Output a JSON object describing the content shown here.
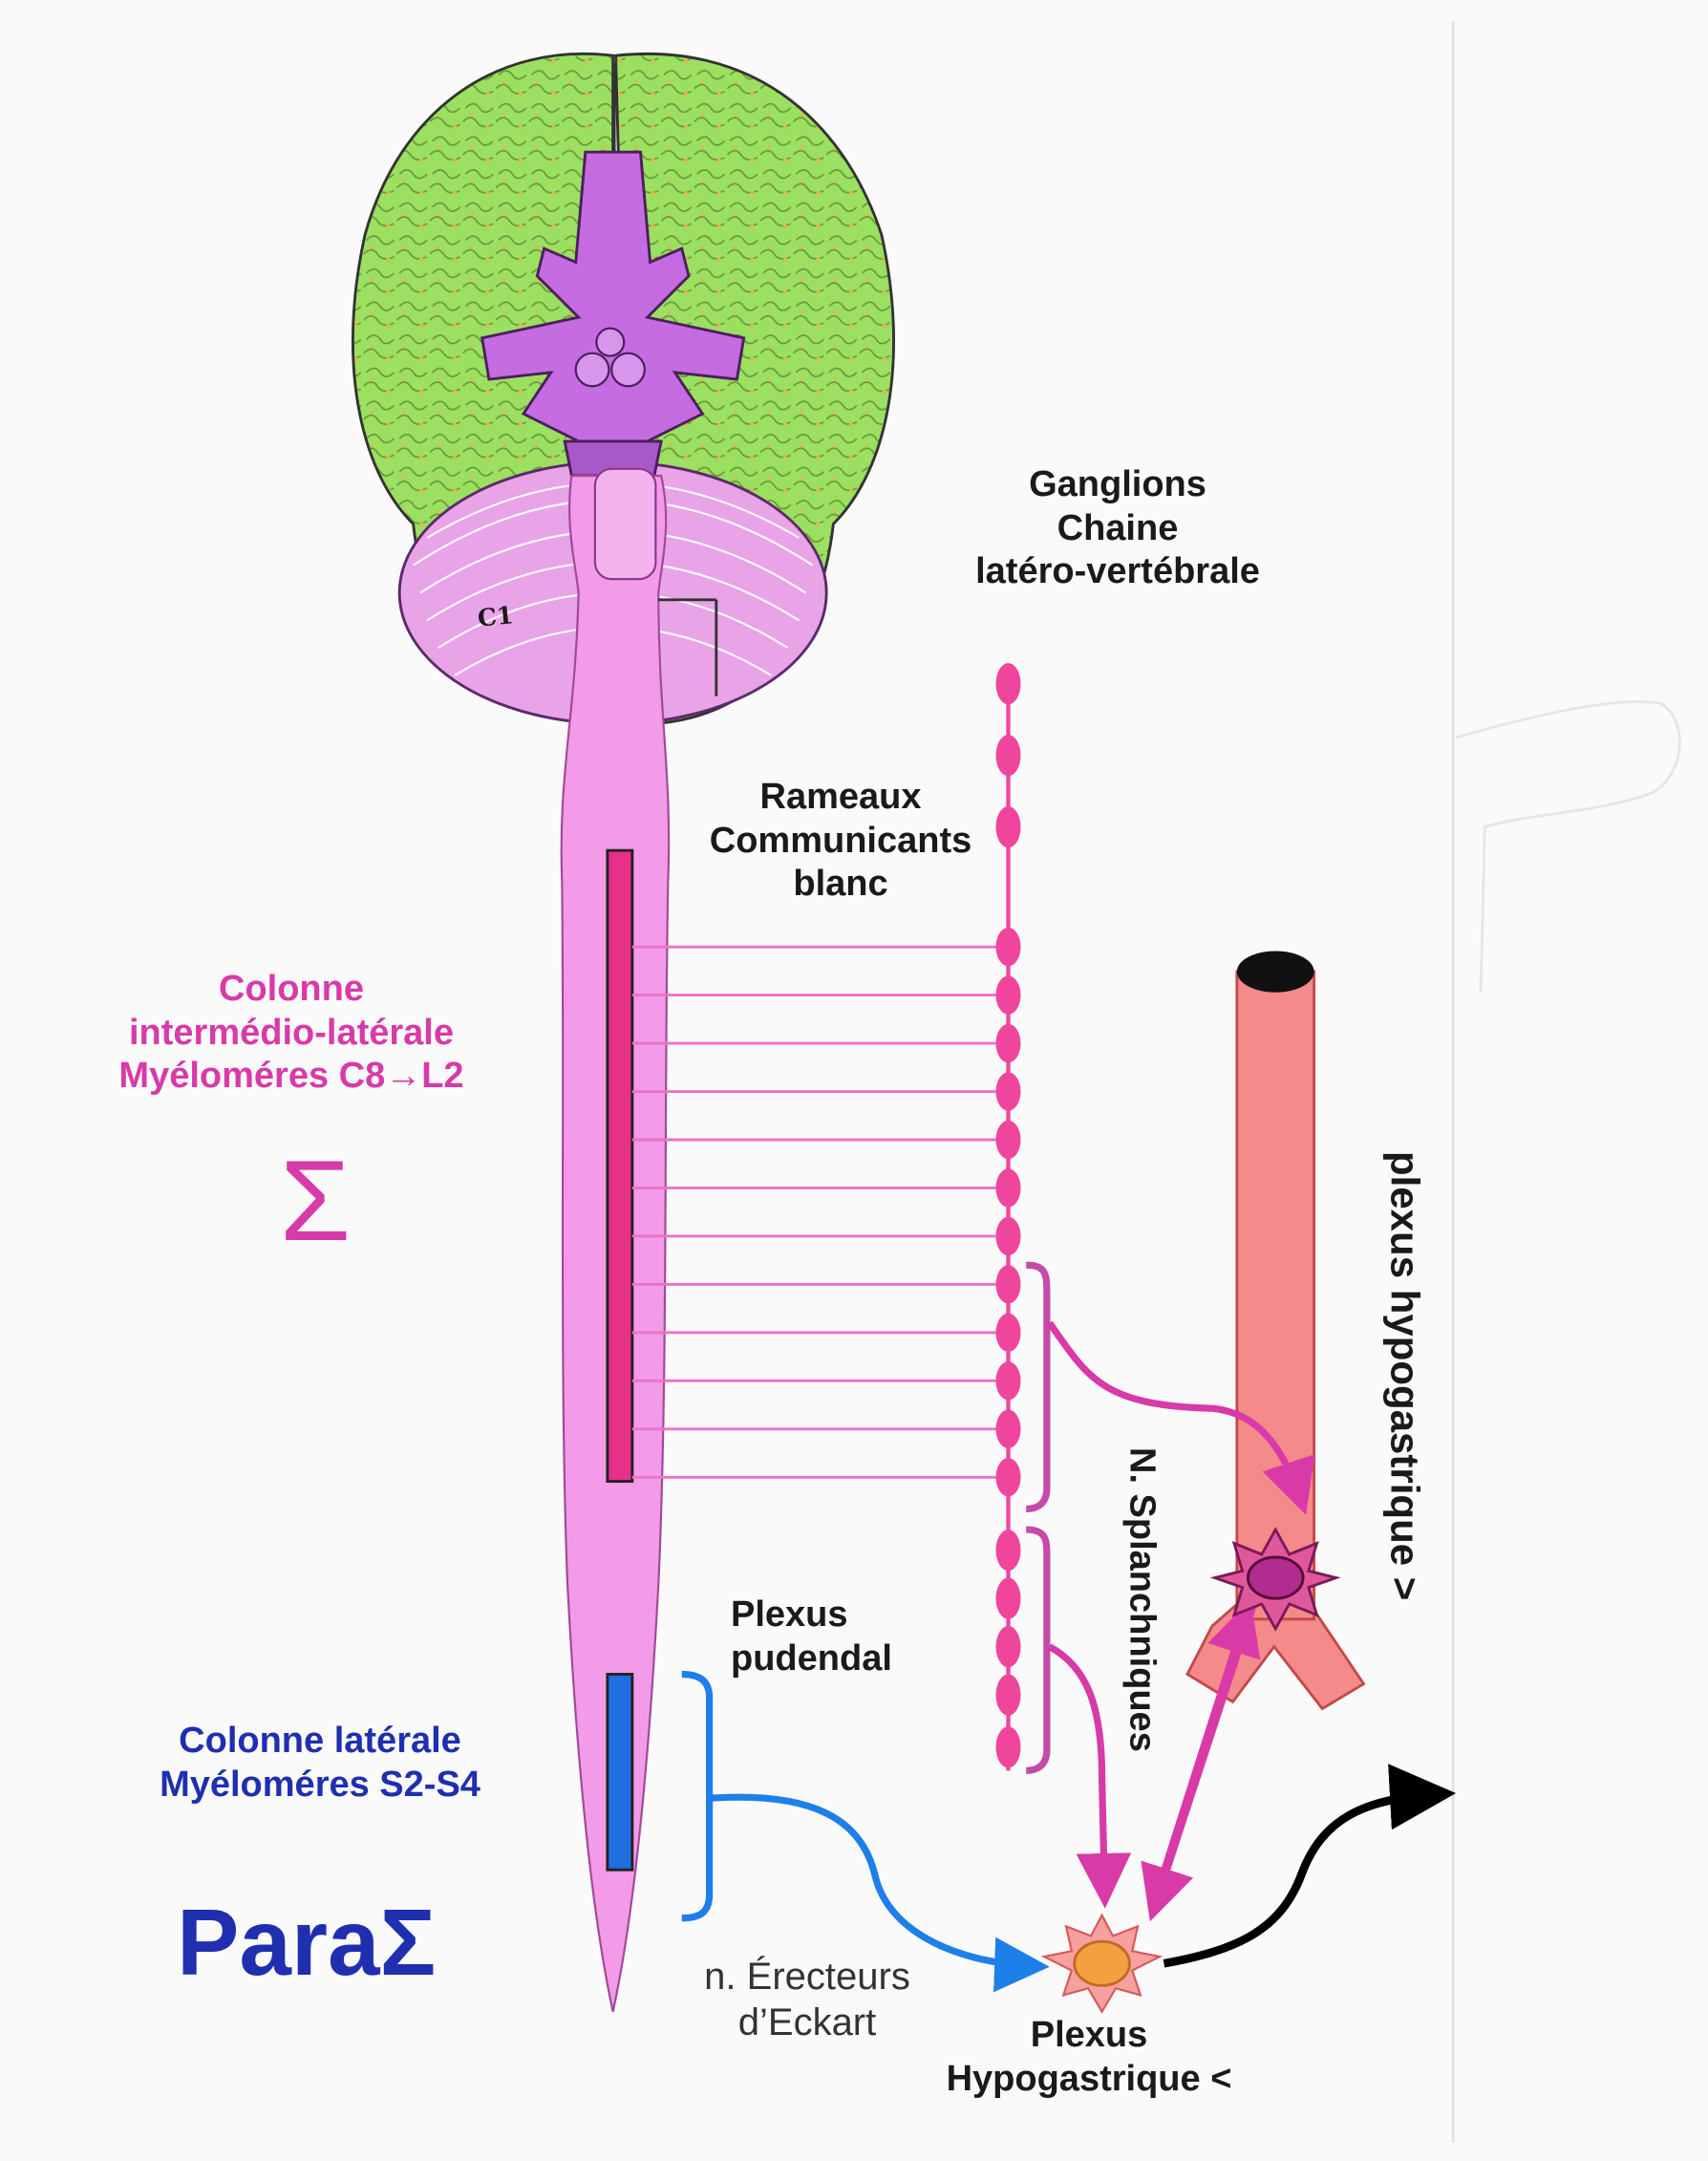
{
  "colors": {
    "sympathetic": "#d83aa8",
    "sympathetic_dark": "#b3207a",
    "parasympathetic": "#1f2fb0",
    "blue_nerve": "#1e7fe8",
    "cord": "#f39ae8",
    "brain": "#9be060",
    "vessel": "#f58a8a",
    "ganglion": "#f0459c",
    "star_orange": "#f5a040"
  },
  "labels": {
    "c1": "C1",
    "ganglions": [
      "Ganglions",
      "Chaine",
      "latéro-vertébrale"
    ],
    "rameaux": [
      "Rameaux",
      "Communicants",
      "blanc"
    ],
    "colonne_il": [
      "Colonne",
      "intermédio-latérale",
      "Myéloméres C8→L2"
    ],
    "sigma": "Σ",
    "plexus_pudendal": [
      "Plexus",
      "pudendal"
    ],
    "colonne_lat": [
      "Colonne latérale",
      "Myéloméres S2-S4"
    ],
    "para": "ParaΣ",
    "erecteurs": [
      "n. Érecteurs",
      "d’Eckart"
    ],
    "plexus_hypo_inf": [
      "Plexus",
      "Hypogastrique <"
    ],
    "splanchniques": "N. Splanchniques",
    "plexus_hypo_sup": "plexus hypogastrique >"
  }
}
